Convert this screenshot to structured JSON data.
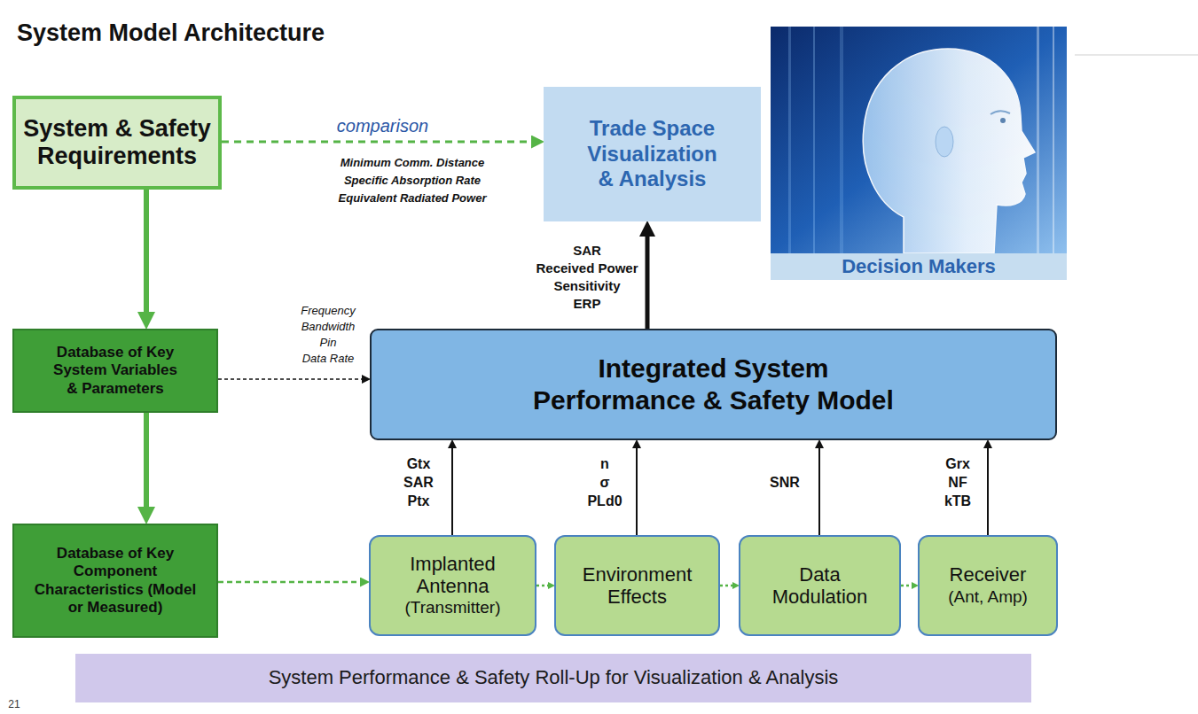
{
  "diagram": {
    "title": "System Model Architecture",
    "nodes": [
      {
        "text": [
          "System & Safety Requirements"
        ]
      },
      {
        "text": [
          "Trade Space Visualization & Analysis"
        ]
      },
      {
        "text": [
          "Decision Makers"
        ]
      },
      {
        "text": [
          "Database of Key System Variables & Parameters"
        ]
      },
      {
        "text": [
          "Integrated System Performance & Safety Model"
        ]
      },
      {
        "text": [
          "Database of Key Component Characteristics (Model or Measured)"
        ]
      },
      {
        "text": [
          "Implanted Antenna",
          "(Transmitter)"
        ]
      },
      {
        "text": [
          "Environment Effects"
        ]
      },
      {
        "text": [
          "Data Modulation"
        ]
      },
      {
        "text": [
          "Receiver",
          "(Ant, Amp)"
        ]
      },
      {
        "text": [
          "System Performance & Safety Roll-Up for Visualization & Analysis"
        ]
      }
    ],
    "edges": [
      {
        "from": 0,
        "to": 1,
        "arrow": "to",
        "label": "comparison"
      },
      {
        "from": 0,
        "to": 3,
        "arrow": "to"
      },
      {
        "from": 3,
        "to": 5,
        "arrow": "to"
      },
      {
        "from": 3,
        "to": 4,
        "arrow": "to"
      },
      {
        "from": 4,
        "to": 1,
        "arrow": "to"
      },
      {
        "from": 5,
        "to": 6,
        "arrow": "to"
      },
      {
        "from": 6,
        "to": 7,
        "arrow": "to"
      },
      {
        "from": 7,
        "to": 8,
        "arrow": "to"
      },
      {
        "from": 8,
        "to": 9,
        "arrow": "to"
      },
      {
        "from": 6,
        "to": 4,
        "arrow": "to"
      },
      {
        "from": 7,
        "to": 4,
        "arrow": "to"
      },
      {
        "from": 8,
        "to": 4,
        "arrow": "to"
      },
      {
        "from": 9,
        "to": 4,
        "arrow": "to"
      }
    ],
    "labels": [
      "Minimum Comm. Distance",
      "Specific Absorption Rate",
      "Equivalent Radiated Power",
      "Frequency",
      "Bandwidth",
      "Pin",
      "Data Rate",
      "SAR",
      "Received Power",
      "Sensitivity",
      "ERP",
      "Gtx",
      "SAR",
      "Ptx",
      "n",
      "σ",
      "PLd0",
      "SNR",
      "Grx",
      "NF",
      "kTB",
      "21"
    ]
  }
}
